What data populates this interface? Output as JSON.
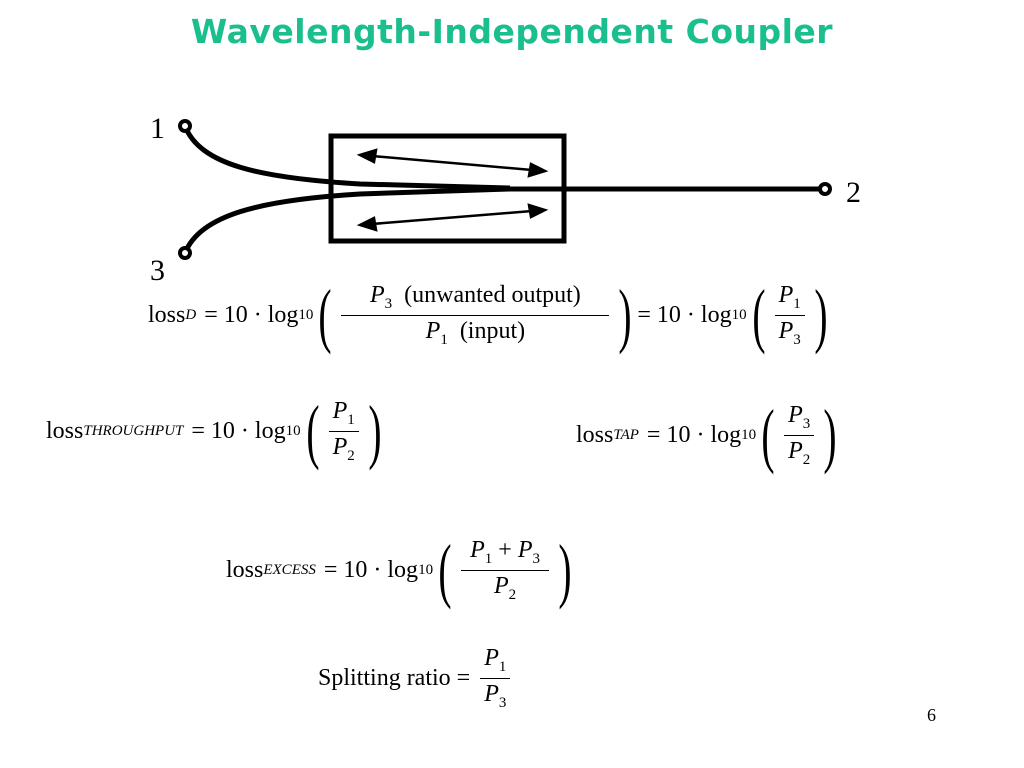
{
  "title": "Wavelength-Independent Coupler",
  "diagram": {
    "port_1": "1",
    "port_2": "2",
    "port_3": "3"
  },
  "equations": {
    "loss_d": {
      "lhs": "loss",
      "lhs_sub": "D",
      "eq1": "= 10 · log",
      "log_base": "10",
      "num_var": "P",
      "num_sub": "3",
      "num_note": "(unwanted output)",
      "den_var": "P",
      "den_sub": "1",
      "den_note": "(input)",
      "eq2": "= 10 · log",
      "num2_var": "P",
      "num2_sub": "1",
      "den2_var": "P",
      "den2_sub": "3"
    },
    "loss_throughput": {
      "lhs": "loss",
      "lhs_sub": "THROUGHPUT",
      "eq": "= 10 · log",
      "log_base": "10",
      "num_var": "P",
      "num_sub": "1",
      "den_var": "P",
      "den_sub": "2"
    },
    "loss_tap": {
      "lhs": "loss",
      "lhs_sub": "TAP",
      "eq": "= 10 · log",
      "log_base": "10",
      "num_var": "P",
      "num_sub": "3",
      "den_var": "P",
      "den_sub": "2"
    },
    "loss_excess": {
      "lhs": "loss",
      "lhs_sub": "EXCESS",
      "eq": "= 10 · log",
      "log_base": "10",
      "num_a_var": "P",
      "num_a_sub": "1",
      "plus": "+",
      "num_b_var": "P",
      "num_b_sub": "3",
      "den_var": "P",
      "den_sub": "2"
    },
    "splitting_ratio": {
      "lhs": "Splitting ratio =",
      "num_var": "P",
      "num_sub": "1",
      "den_var": "P",
      "den_sub": "3"
    }
  },
  "page_number": "6"
}
